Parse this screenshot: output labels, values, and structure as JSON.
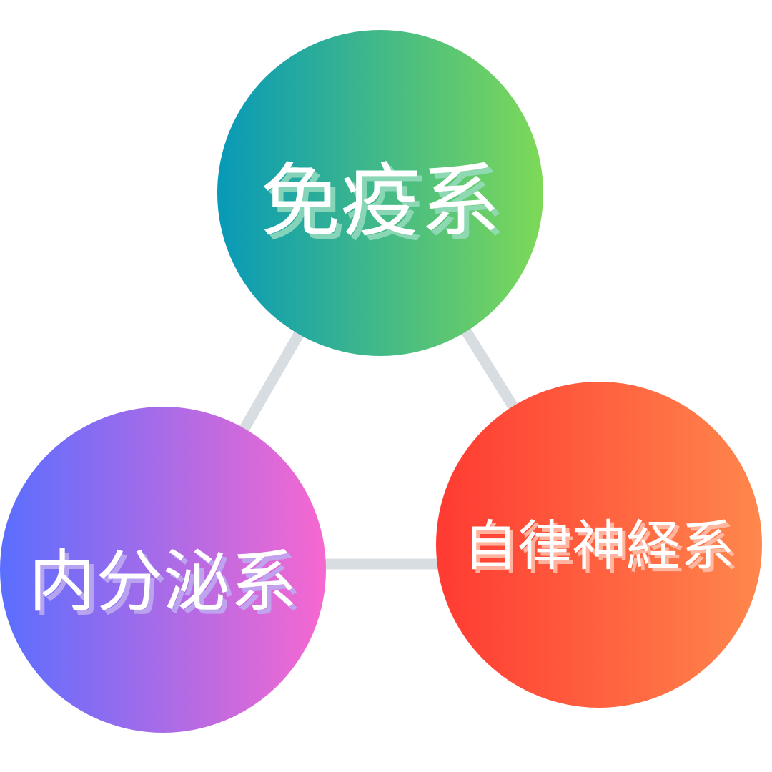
{
  "diagram": {
    "nodes": [
      {
        "id": "immune",
        "label": "免疫系",
        "gradient": [
          "#0799B8",
          "#7DD957"
        ]
      },
      {
        "id": "endocrine",
        "label": "内分泌系",
        "gradient": [
          "#5A6EFF",
          "#F768D0"
        ]
      },
      {
        "id": "autonomic",
        "label": "自律神経系",
        "gradient": [
          "#FF3A32",
          "#FF874C"
        ]
      }
    ],
    "edges": [
      {
        "from": "immune",
        "to": "endocrine"
      },
      {
        "from": "immune",
        "to": "autonomic"
      },
      {
        "from": "endocrine",
        "to": "autonomic"
      }
    ],
    "connector_color": "#D8DDE1"
  }
}
